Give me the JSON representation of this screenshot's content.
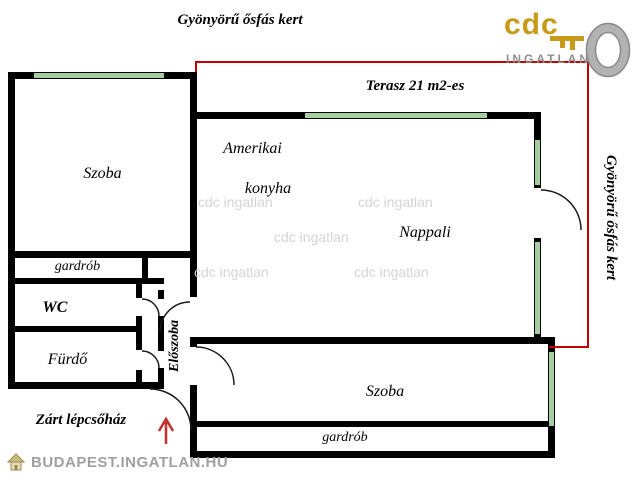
{
  "annotations": {
    "garden_top": "Gyönyörű ősfás kert",
    "garden_right": "Gyönyörű ősfás kert"
  },
  "logo": {
    "name": "cdc",
    "subtitle": "INGATLAN"
  },
  "rooms": {
    "szoba_top_left": "Szoba",
    "terasz": "Terasz 21 m2-es",
    "amerikai_konyha_line1": "Amerikai",
    "amerikai_konyha_line2": "konyha",
    "nappali": "Nappali",
    "gardrob_left": "gardrób",
    "wc": "WC",
    "furdo": "Fürdő",
    "eloszoba": "Előszoba",
    "zart_lepcsohaz": "Zárt lépcsőház",
    "szoba_bottom": "Szoba",
    "gardrob_bottom": "gardrób"
  },
  "watermark": {
    "text": "cdc ingatlan"
  },
  "branding": {
    "footer": "BUDAPEST.INGATLAN.HU"
  },
  "colors": {
    "wall": "#000000",
    "window": "#a6cfa0",
    "boundary_line": "#c40000",
    "logo_gold": "#c79a1a",
    "logo_gray": "#8f8f8f",
    "watermark_gray": "#d4d4d4"
  }
}
